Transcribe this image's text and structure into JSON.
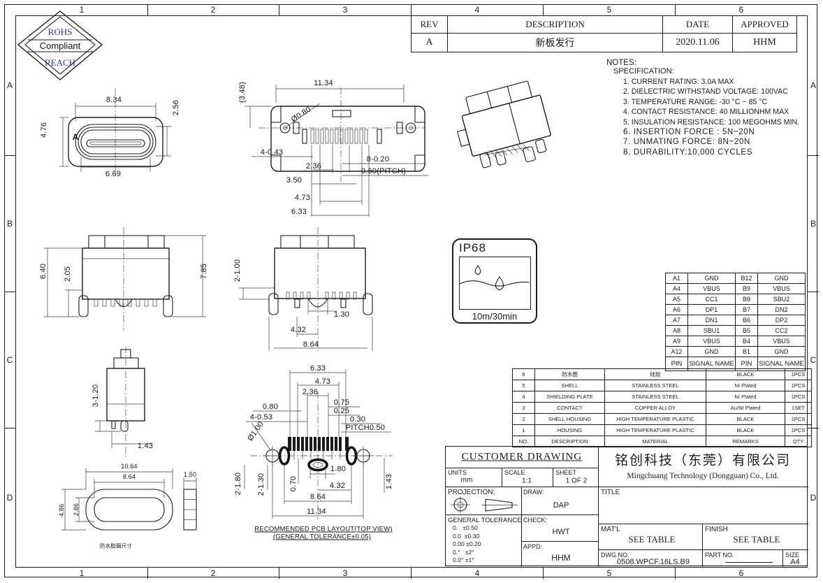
{
  "sheet": {
    "bg": "#ffffff",
    "line_color": "#1b1b1b",
    "accent_blue": "#2b3590"
  },
  "frame": {
    "cols": [
      "1",
      "2",
      "3",
      "4",
      "5",
      "6"
    ],
    "rows": [
      "A",
      "B",
      "C",
      "D"
    ]
  },
  "rohs": {
    "top": "ROHS",
    "mid": "Compliant",
    "bottom": "REACH"
  },
  "rev_table": {
    "headers": [
      "REV",
      "DESCRIPTION",
      "DATE",
      "APPROVED"
    ],
    "row": [
      "A",
      "新板发行",
      "2020.11.06",
      "HHM"
    ]
  },
  "notes": {
    "title": "NOTES:",
    "subtitle": "SPECIFICATION:",
    "items": [
      "1. CURRENT RATING: 3.0A MAX",
      "2. DIELECTRIC WITHSTAND VOLTAGE: 100VAC",
      "3. TEMPERATURE RANGE: -30 °C ~ 85 °C",
      "4. CONTACT RESISTANCE: 40 MILLIONHM MAX",
      "5. INSULATION RESISTANCE: 100 MEGOHMS MIN.",
      "6. INSERTION FORCE : 5N~20N",
      "7. UNMATING FORCE: 8N~20N",
      "8. DURABILITY:10,000 CYCLES"
    ]
  },
  "ip68": {
    "label": "IP68",
    "caption": "10m/30min"
  },
  "pin_table": {
    "rows": [
      [
        "A1",
        "GND",
        "B12",
        "GND"
      ],
      [
        "A4",
        "VBUS",
        "B9",
        "VBUS"
      ],
      [
        "A5",
        "CC1",
        "B8",
        "SBU2"
      ],
      [
        "A6",
        "DP1",
        "B7",
        "DN2"
      ],
      [
        "A7",
        "DN1",
        "B6",
        "DP2"
      ],
      [
        "A8",
        "SBU1",
        "B5",
        "CC2"
      ],
      [
        "A9",
        "VBUS",
        "B4",
        "VBUS"
      ],
      [
        "A12",
        "GND",
        "B1",
        "GND"
      ],
      [
        "PIN",
        "SIGNAL NAME",
        "PIN",
        "SIGNAL NAME"
      ]
    ]
  },
  "bom_table": {
    "rows": [
      [
        "6",
        "防水圈",
        "硅胶",
        "BLACK",
        "1PCS"
      ],
      [
        "5",
        "SHELL",
        "STAINLESS STEEL",
        "NI Plated",
        "1PCS"
      ],
      [
        "4",
        "SHIELDING PLATE",
        "STAINLESS STEEL",
        "NI Plated",
        "1PCS"
      ],
      [
        "3",
        "CONTACT",
        "COPPER ALLOY",
        "Au/NI Plated",
        "1SET"
      ],
      [
        "2",
        "SHELL HOUSING",
        "HIGH TEMPERATURE PLASTIC",
        "BLACK",
        "1PCS"
      ],
      [
        "1",
        "HOUSING",
        "HIGH TEMPERATURE PLASTIC",
        "BLACK",
        "1PCS"
      ],
      [
        "NO.",
        "DESCRIPTION",
        "MATERIAL",
        "REMARKS",
        "QTY"
      ]
    ]
  },
  "views": {
    "front": {
      "dims": [
        "8.34",
        "2.56",
        "4.76",
        "6.69"
      ],
      "section_label": "A"
    },
    "top": {
      "dims": [
        "(3.48)",
        "11.34",
        "Ø0.80",
        "4-0.43",
        "2.36",
        "8-0.20",
        "0.50(PITCH)",
        "3.50",
        "4.73",
        "6.33"
      ]
    },
    "side": {
      "dims": [
        "6.40",
        "2.05",
        "7.85"
      ]
    },
    "back": {
      "dims": [
        "2-1.00",
        "1.30",
        "4.32",
        "8.64"
      ]
    },
    "profile": {
      "dims": [
        "3-1.20",
        "1.43"
      ]
    },
    "gasket": {
      "dims": [
        "10.64",
        "8.64",
        "4.86",
        "2.86",
        "1.50"
      ],
      "caption": "防水胶圈尺寸"
    },
    "pcb": {
      "dims": [
        "6.33",
        "4.73",
        "2.36",
        "0.80",
        "4-0.53",
        "Ø1.00",
        "0.75",
        "0.25",
        "0.30",
        "PITCH0.50",
        "1.80",
        "0.70",
        "4.32",
        "8.64",
        "11.34",
        "2-1.80",
        "2-1.30",
        "1.43"
      ],
      "captions": [
        "RECOMMENDED PCB LAYOUT(TOP VIEW)",
        "(GENERAL TOLERANCE±0.05)"
      ]
    }
  },
  "title_block": {
    "header": "CUSTOMER DRAWING",
    "units_label": "UNITS",
    "units_value": "mm",
    "scale_label": "SCALE",
    "scale_value": "1:1",
    "sheet_label": "SHEET",
    "sheet_value": "1 OF 2",
    "projection_label": "PROJECTION:",
    "draw_label": "DRAW:",
    "draw_value": "DAP",
    "check_label": "CHECK:",
    "check_value": "HWT",
    "appd_label": "APPD:",
    "appd_value": "HHM",
    "tolerance_label": "GENERAL TOLERANCE",
    "tolerance_lines": [
      "0.   ±0.50",
      "0.0  ±0.30",
      "0.00 ±0.20",
      "0.°   ±2°",
      "0.0° ±1°"
    ],
    "company_cn": "铭创科技（东莞）有限公司",
    "company_en": "Mingchuang Technology (Dongguan) Co., Ltd.",
    "title_label": "TITLE",
    "matl_label": "MAT'L",
    "matl_value": "SEE TABLE",
    "finish_label": "FINISH",
    "finish_value": "SEE TABLE",
    "dwg_label": "DWG.NO.",
    "dwg_value": "0508.WPCF.16LS.B9",
    "part_label": "PART NO.",
    "size_label": "SIZE",
    "size_value": "A4"
  }
}
